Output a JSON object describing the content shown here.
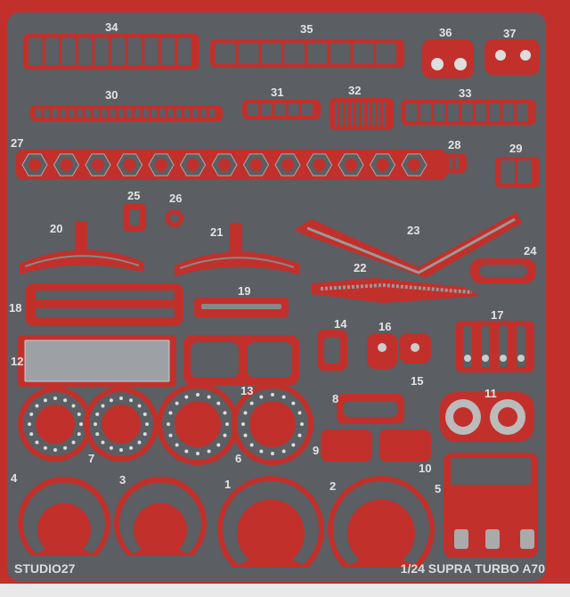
{
  "fret": {
    "brand": "STUDIO27",
    "title": "1/24  SUPRA TURBO A70",
    "part_numbers": [
      "1",
      "2",
      "3",
      "4",
      "5",
      "6",
      "7",
      "8",
      "9",
      "10",
      "11",
      "12",
      "13",
      "14",
      "15",
      "16",
      "17",
      "18",
      "19",
      "20",
      "21",
      "22",
      "23",
      "24",
      "25",
      "26",
      "27",
      "28",
      "29",
      "30",
      "31",
      "32",
      "33",
      "34",
      "35",
      "36",
      "37"
    ]
  },
  "colors": {
    "fret_metal": "#5b5e63",
    "background_red": "#c2302b",
    "label": "#e4e4e4"
  }
}
